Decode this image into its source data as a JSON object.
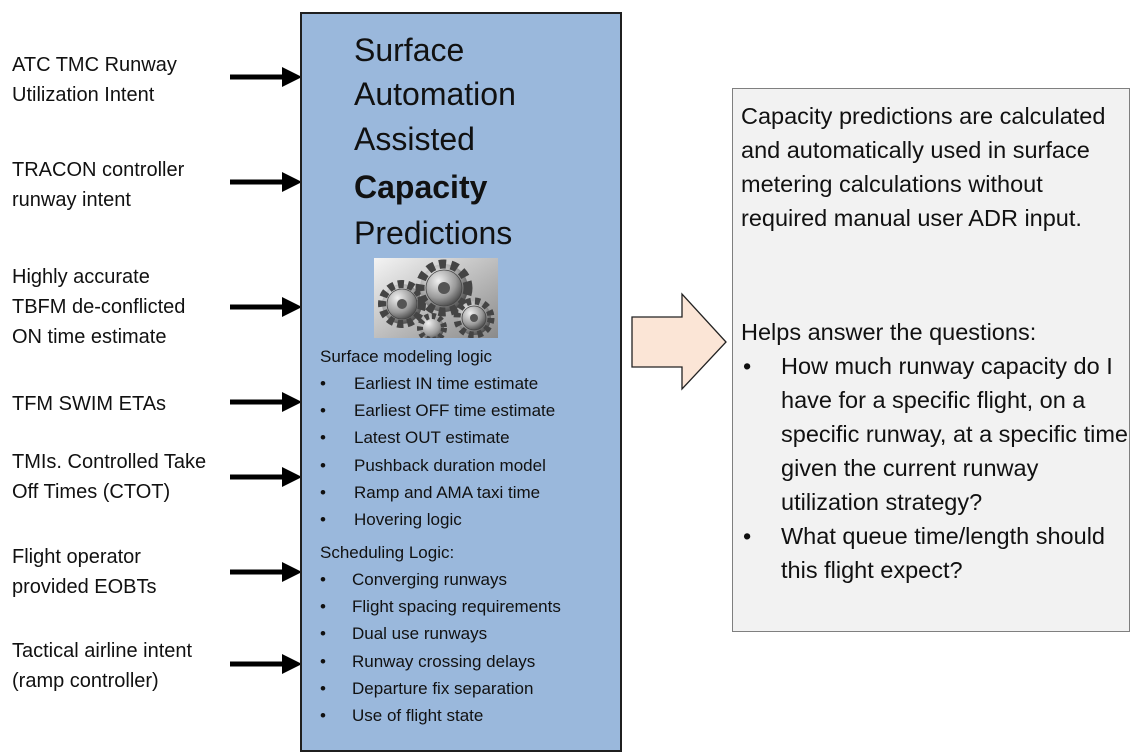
{
  "inputs": [
    {
      "line1": "ATC TMC Runway",
      "line2": "Utilization Intent",
      "line3": ""
    },
    {
      "line1": "TRACON controller",
      "line2": "runway intent",
      "line3": ""
    },
    {
      "line1": "Highly accurate",
      "line2": "TBFM de-conflicted",
      "line3": "ON time estimate"
    },
    {
      "line1": "TFM SWIM ETAs",
      "line2": "",
      "line3": ""
    },
    {
      "line1": "TMIs. Controlled Take",
      "line2": "Off Times (CTOT)",
      "line3": ""
    },
    {
      "line1": "Flight operator",
      "line2": "provided EOBTs",
      "line3": ""
    },
    {
      "line1": "Tactical airline intent",
      "line2": "(ramp controller)",
      "line3": ""
    }
  ],
  "center": {
    "title": [
      "Surface",
      "Automation",
      "Assisted",
      "Capacity",
      "Predictions"
    ],
    "image_icon": "gears-icon",
    "surface_modeling": {
      "heading": "Surface modeling logic",
      "items": [
        "Earliest IN time estimate",
        "Earliest OFF time estimate",
        "Latest OUT estimate",
        "Pushback duration model",
        "Ramp and AMA taxi time",
        "Hovering logic"
      ]
    },
    "scheduling": {
      "heading": "Scheduling Logic:",
      "items": [
        "Converging runways",
        "Flight spacing requirements",
        "Dual use runways",
        "Runway crossing delays",
        "Departure fix separation",
        "Use of flight state"
      ]
    },
    "bullet": "•"
  },
  "right": {
    "paragraph": "Capacity predictions are calculated and automatically used in surface metering calculations without required manual user ADR input.",
    "heading": "Helps answer the questions:",
    "questions": [
      "How much runway capacity do I have for a specific flight, on a specific runway, at a specific time given the current runway utilization strategy?",
      "What queue time/length should this flight expect?"
    ],
    "bullet": "•"
  },
  "colors": {
    "center_fill": "#9ab8dc",
    "right_fill": "#f2f2f2",
    "big_arrow_fill": "#fbe5d6",
    "arrow": "#000000"
  }
}
